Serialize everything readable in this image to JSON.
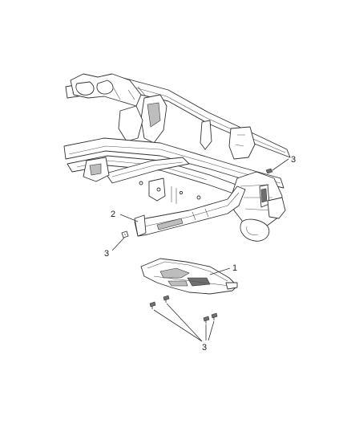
{
  "callouts": {
    "upper_fastener": "3",
    "crossmember_plate": "2",
    "left_fastener": "3",
    "skid_plate": "1",
    "lower_fasteners": "3"
  },
  "colors": {
    "line": "#333333",
    "shade": "#bdbdbd",
    "dark": "#6f6f6f"
  }
}
